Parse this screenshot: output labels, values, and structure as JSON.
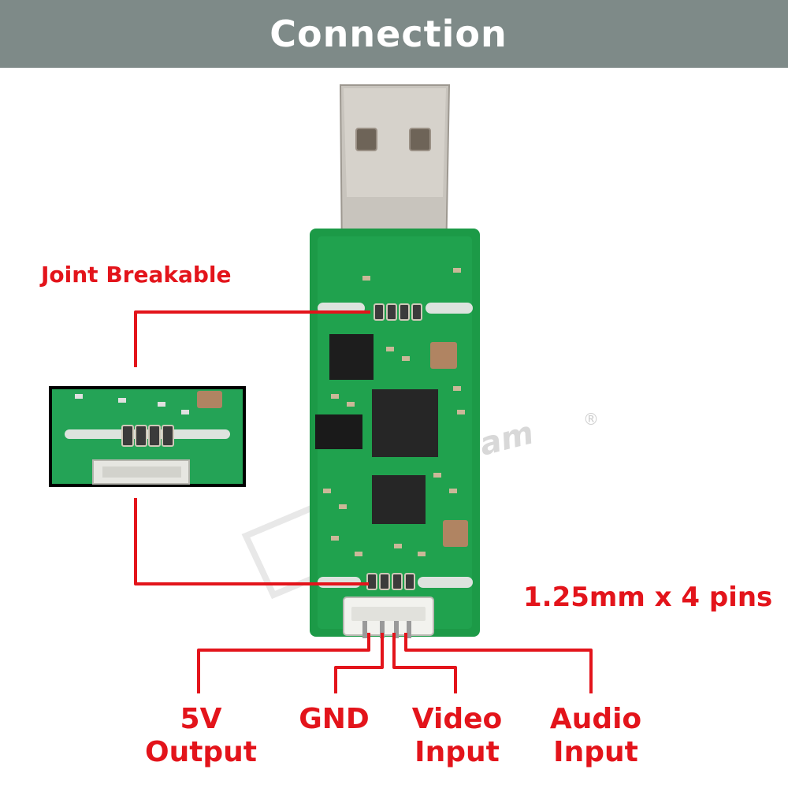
{
  "header": {
    "title": "Connection"
  },
  "labels": {
    "joint_breakable": "Joint Breakable",
    "connector_spec": "1.25mm x 4 pins"
  },
  "pins": [
    {
      "line1": "5V",
      "line2": "Output"
    },
    {
      "line1": "GND",
      "line2": ""
    },
    {
      "line1": "Video",
      "line2": "Input"
    },
    {
      "line1": "Audio",
      "line2": "Input"
    }
  ],
  "watermark": {
    "text": "Team",
    "mark": "®"
  },
  "colors": {
    "header_bg": "#7e8a88",
    "label_red": "#e3141b",
    "pcb_green": "#1c9a47",
    "usb_metal": "#c8c4bd"
  }
}
